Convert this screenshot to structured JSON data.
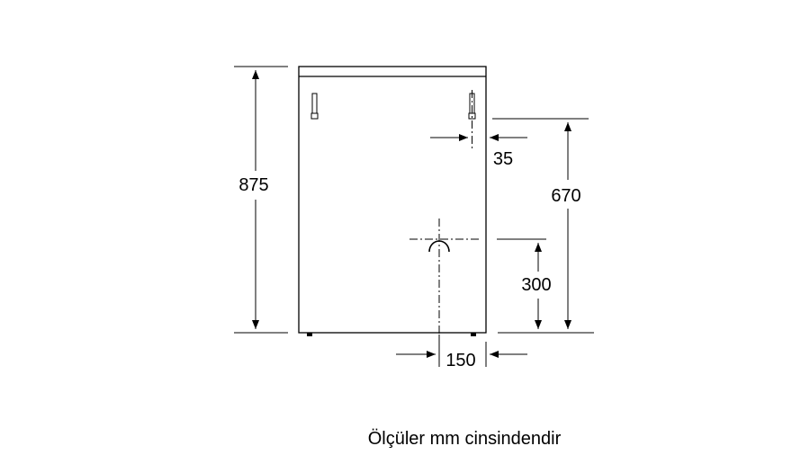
{
  "dimensions": {
    "height_total": "875",
    "drain_offset": "35",
    "inlet_height": "670",
    "connection_height": "300",
    "connection_offset": "150"
  },
  "caption": "Ölçüler mm cinsindendir",
  "colors": {
    "line": "#000000",
    "background": "#ffffff"
  }
}
